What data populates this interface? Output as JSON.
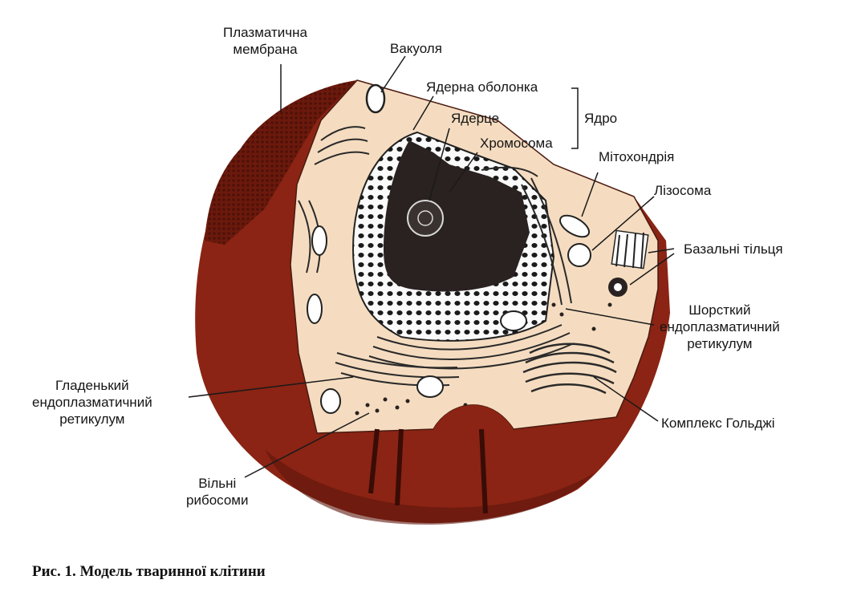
{
  "labels": {
    "plasma_membrane": [
      "Плазматична",
      "мембрана"
    ],
    "vacuole": "Вакуоля",
    "nuclear_envelope": "Ядерна оболонка",
    "nucleus": "Ядро",
    "nucleolus": "Ядерце",
    "chromosome": "Хромосома",
    "mitochondrion": "Мітохондрія",
    "lysosome": "Лізосома",
    "basal_bodies": "Базальні тільця",
    "rough_er": [
      "Шорсткий",
      "ендоплазматичний",
      "ретикулум"
    ],
    "smooth_er": [
      "Гладенький",
      "ендоплазматичний",
      "ретикулум"
    ],
    "golgi": "Комплекс Гольджі",
    "free_ribosomes": [
      "Вільні",
      "рибосоми"
    ]
  },
  "caption": "Рис. 1. Модель тваринної клітини",
  "colors": {
    "membrane": "#8b2414",
    "membrane_dark": "#5e150b",
    "cytoplasm": "#f5dcc0",
    "chromatin": "#2a2220",
    "line": "#1a1a1a"
  }
}
